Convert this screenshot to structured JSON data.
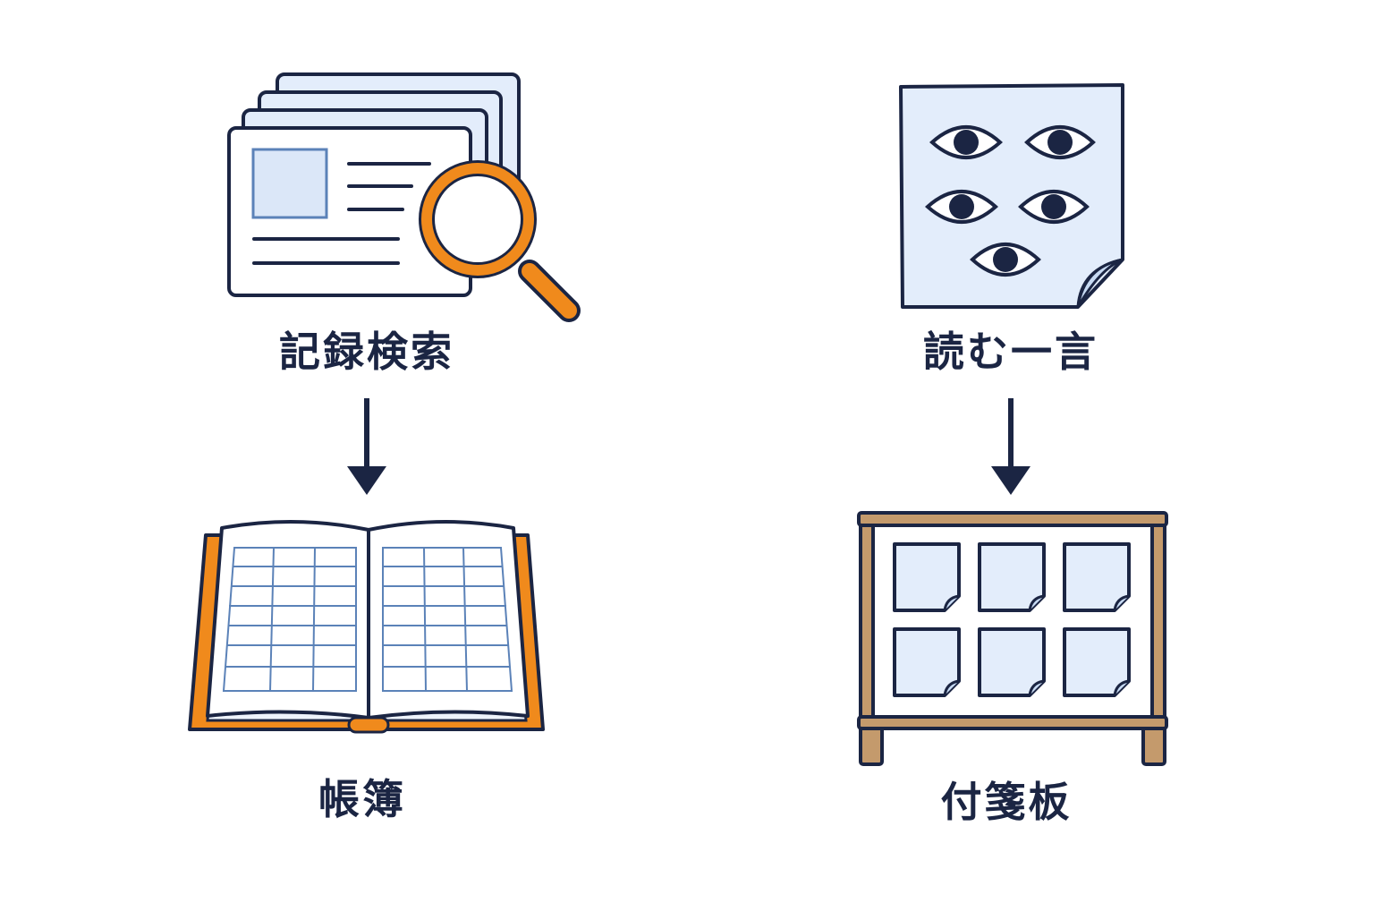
{
  "colors": {
    "navy": "#1b2543",
    "orange": "#f08a1c",
    "light_blue": "#e3edfb",
    "mid_blue": "#5b82b8",
    "wood": "#c49a6c",
    "white": "#ffffff"
  },
  "columns": [
    {
      "top": {
        "label": "記録検索",
        "icon": "record-cards-search-icon"
      },
      "bottom": {
        "label": "帳簿",
        "icon": "open-ledger-book-icon"
      }
    },
    {
      "top": {
        "label": "読む一言",
        "icon": "sticky-note-eyes-icon"
      },
      "bottom": {
        "label": "付箋板",
        "icon": "sticky-note-board-icon"
      }
    }
  ]
}
